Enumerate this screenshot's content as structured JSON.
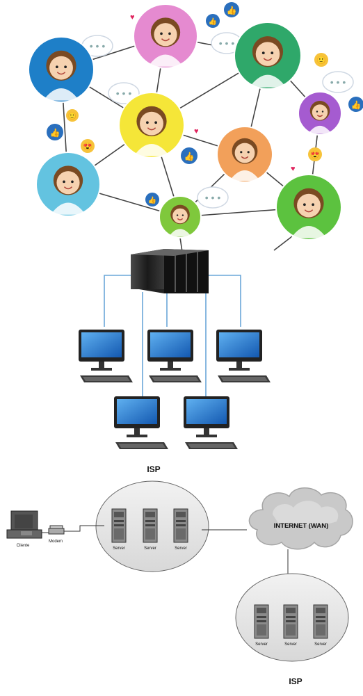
{
  "social_network": {
    "people": [
      {
        "id": "girl-hijab-glasses",
        "name": "person-hijab-glasses",
        "bg": "#1e7fc8"
      },
      {
        "id": "girl-pink",
        "name": "person-pink-bg",
        "bg": "#e58ad0"
      },
      {
        "id": "girl-blonde",
        "name": "person-blonde",
        "bg": "#2fa86a"
      },
      {
        "id": "boy-small",
        "name": "person-small-right",
        "bg": "#a55bd0"
      },
      {
        "id": "girl-hat",
        "name": "person-straw-hat",
        "bg": "#f5e638"
      },
      {
        "id": "girl-orange",
        "name": "person-orange-bg",
        "bg": "#f2a05a"
      },
      {
        "id": "boy-blonde",
        "name": "person-blonde-boy",
        "bg": "#63c3e0"
      },
      {
        "id": "boy-green",
        "name": "person-green-bg",
        "bg": "#7fc83c"
      },
      {
        "id": "girl-hijab-yellow",
        "name": "person-yellow-hijab",
        "bg": "#5cc23f"
      }
    ],
    "links": [
      [
        "girl-hijab-glasses",
        "girl-pink"
      ],
      [
        "girl-pink",
        "girl-blonde"
      ],
      [
        "girl-pink",
        "girl-hat"
      ],
      [
        "girl-hijab-glasses",
        "girl-hat"
      ],
      [
        "girl-hijab-glasses",
        "boy-blonde"
      ],
      [
        "girl-blonde",
        "girl-hat"
      ],
      [
        "girl-blonde",
        "boy-small"
      ],
      [
        "girl-blonde",
        "girl-orange"
      ],
      [
        "girl-hat",
        "girl-orange"
      ],
      [
        "girl-hat",
        "boy-blonde"
      ],
      [
        "girl-hat",
        "boy-green"
      ],
      [
        "girl-orange",
        "girl-hijab-yellow"
      ],
      [
        "girl-orange",
        "boy-green"
      ],
      [
        "boy-blonde",
        "boy-green"
      ],
      [
        "boy-small",
        "girl-hijab-yellow"
      ],
      [
        "boy-green",
        "girl-hijab-yellow"
      ]
    ]
  },
  "lan": {
    "server": "server-tower",
    "monitor_color": "#1d73c9",
    "cable_color": "#6aa7d8",
    "monitor_count": 5
  },
  "isp_diagram": {
    "isp_top_label": "ISP",
    "isp_bottom_label": "ISP",
    "internet_label": "INTERNET (WAN)",
    "client_label": "Cliente",
    "modem_label": "Modem",
    "top_servers": [
      "Server",
      "Server",
      "Server"
    ],
    "bottom_servers": [
      "Server",
      "Server",
      "Server"
    ]
  }
}
